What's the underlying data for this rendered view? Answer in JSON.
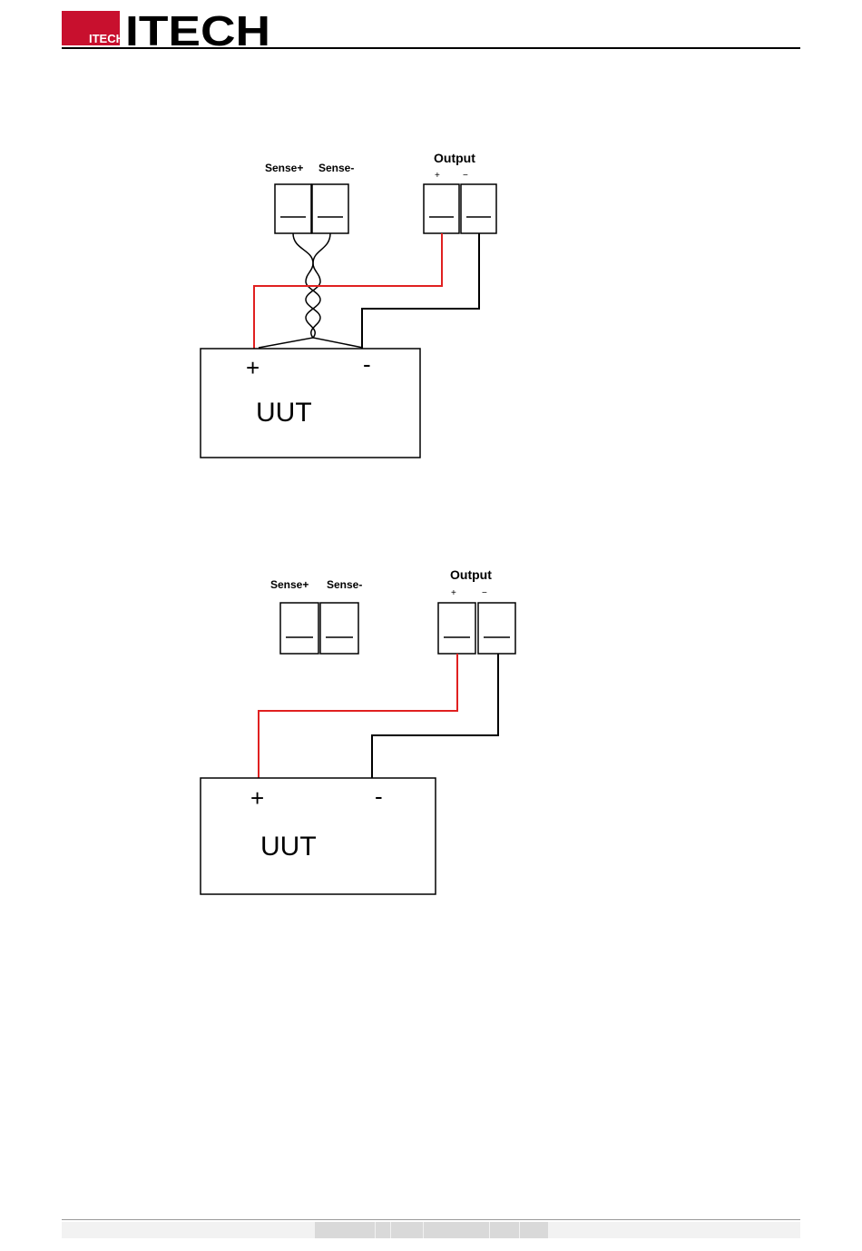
{
  "header": {
    "logo_text": "ITECH",
    "logo_badge_text": "ITECH",
    "brand_color": "#c8102e"
  },
  "diagram_top": {
    "sense_plus_label": "Sense+",
    "sense_minus_label": "Sense-",
    "output_label": "Output",
    "output_plus_symbol": "+",
    "output_minus_symbol": "−",
    "uut_plus_symbol": "+",
    "uut_minus_symbol": "-",
    "uut_label": "UUT"
  },
  "diagram_bottom": {
    "sense_plus_label": "Sense+",
    "sense_minus_label": "Sense-",
    "output_label": "Output",
    "output_plus_symbol": "+",
    "output_minus_symbol": "−",
    "uut_plus_symbol": "+",
    "uut_minus_symbol": "-",
    "uut_label": "UUT"
  },
  "wire_colors": {
    "positive": "#e02020",
    "negative": "#000000"
  }
}
